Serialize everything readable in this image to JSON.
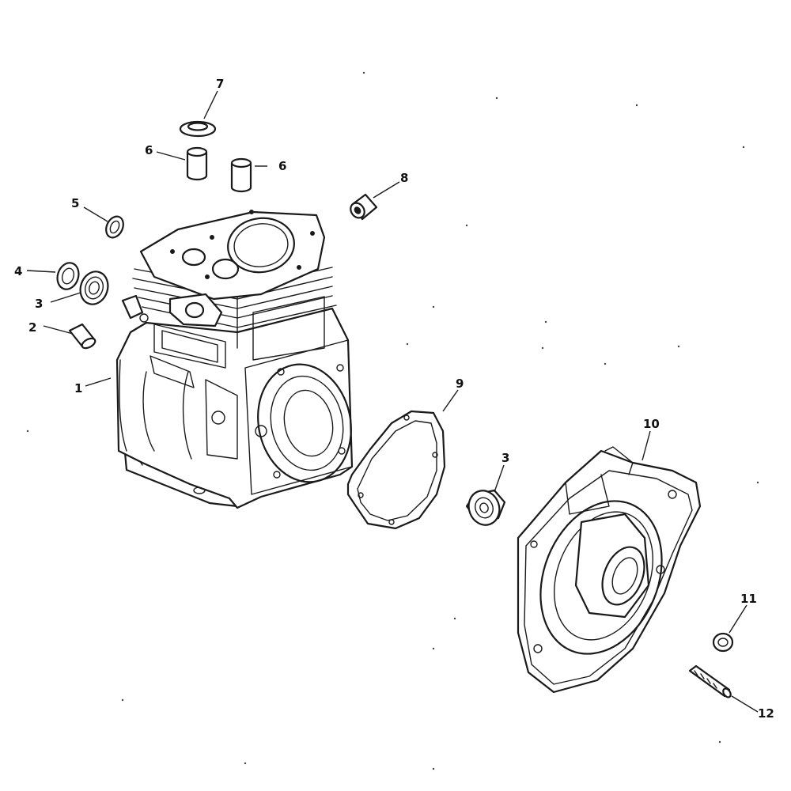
{
  "callouts": [
    {
      "id": "c1",
      "text": "1"
    },
    {
      "id": "c2",
      "text": "2"
    },
    {
      "id": "c3a",
      "text": "3"
    },
    {
      "id": "c3b",
      "text": "3"
    },
    {
      "id": "c4",
      "text": "4"
    },
    {
      "id": "c5",
      "text": "5"
    },
    {
      "id": "c6a",
      "text": "6"
    },
    {
      "id": "c6b",
      "text": "6"
    },
    {
      "id": "c7",
      "text": "7"
    },
    {
      "id": "c8",
      "text": "8"
    },
    {
      "id": "c9",
      "text": "9"
    },
    {
      "id": "c10",
      "text": "10"
    },
    {
      "id": "c11",
      "text": "11"
    },
    {
      "id": "c12",
      "text": "12"
    }
  ],
  "colors": {
    "ink": "#1a1a1a",
    "background": "#ffffff"
  }
}
